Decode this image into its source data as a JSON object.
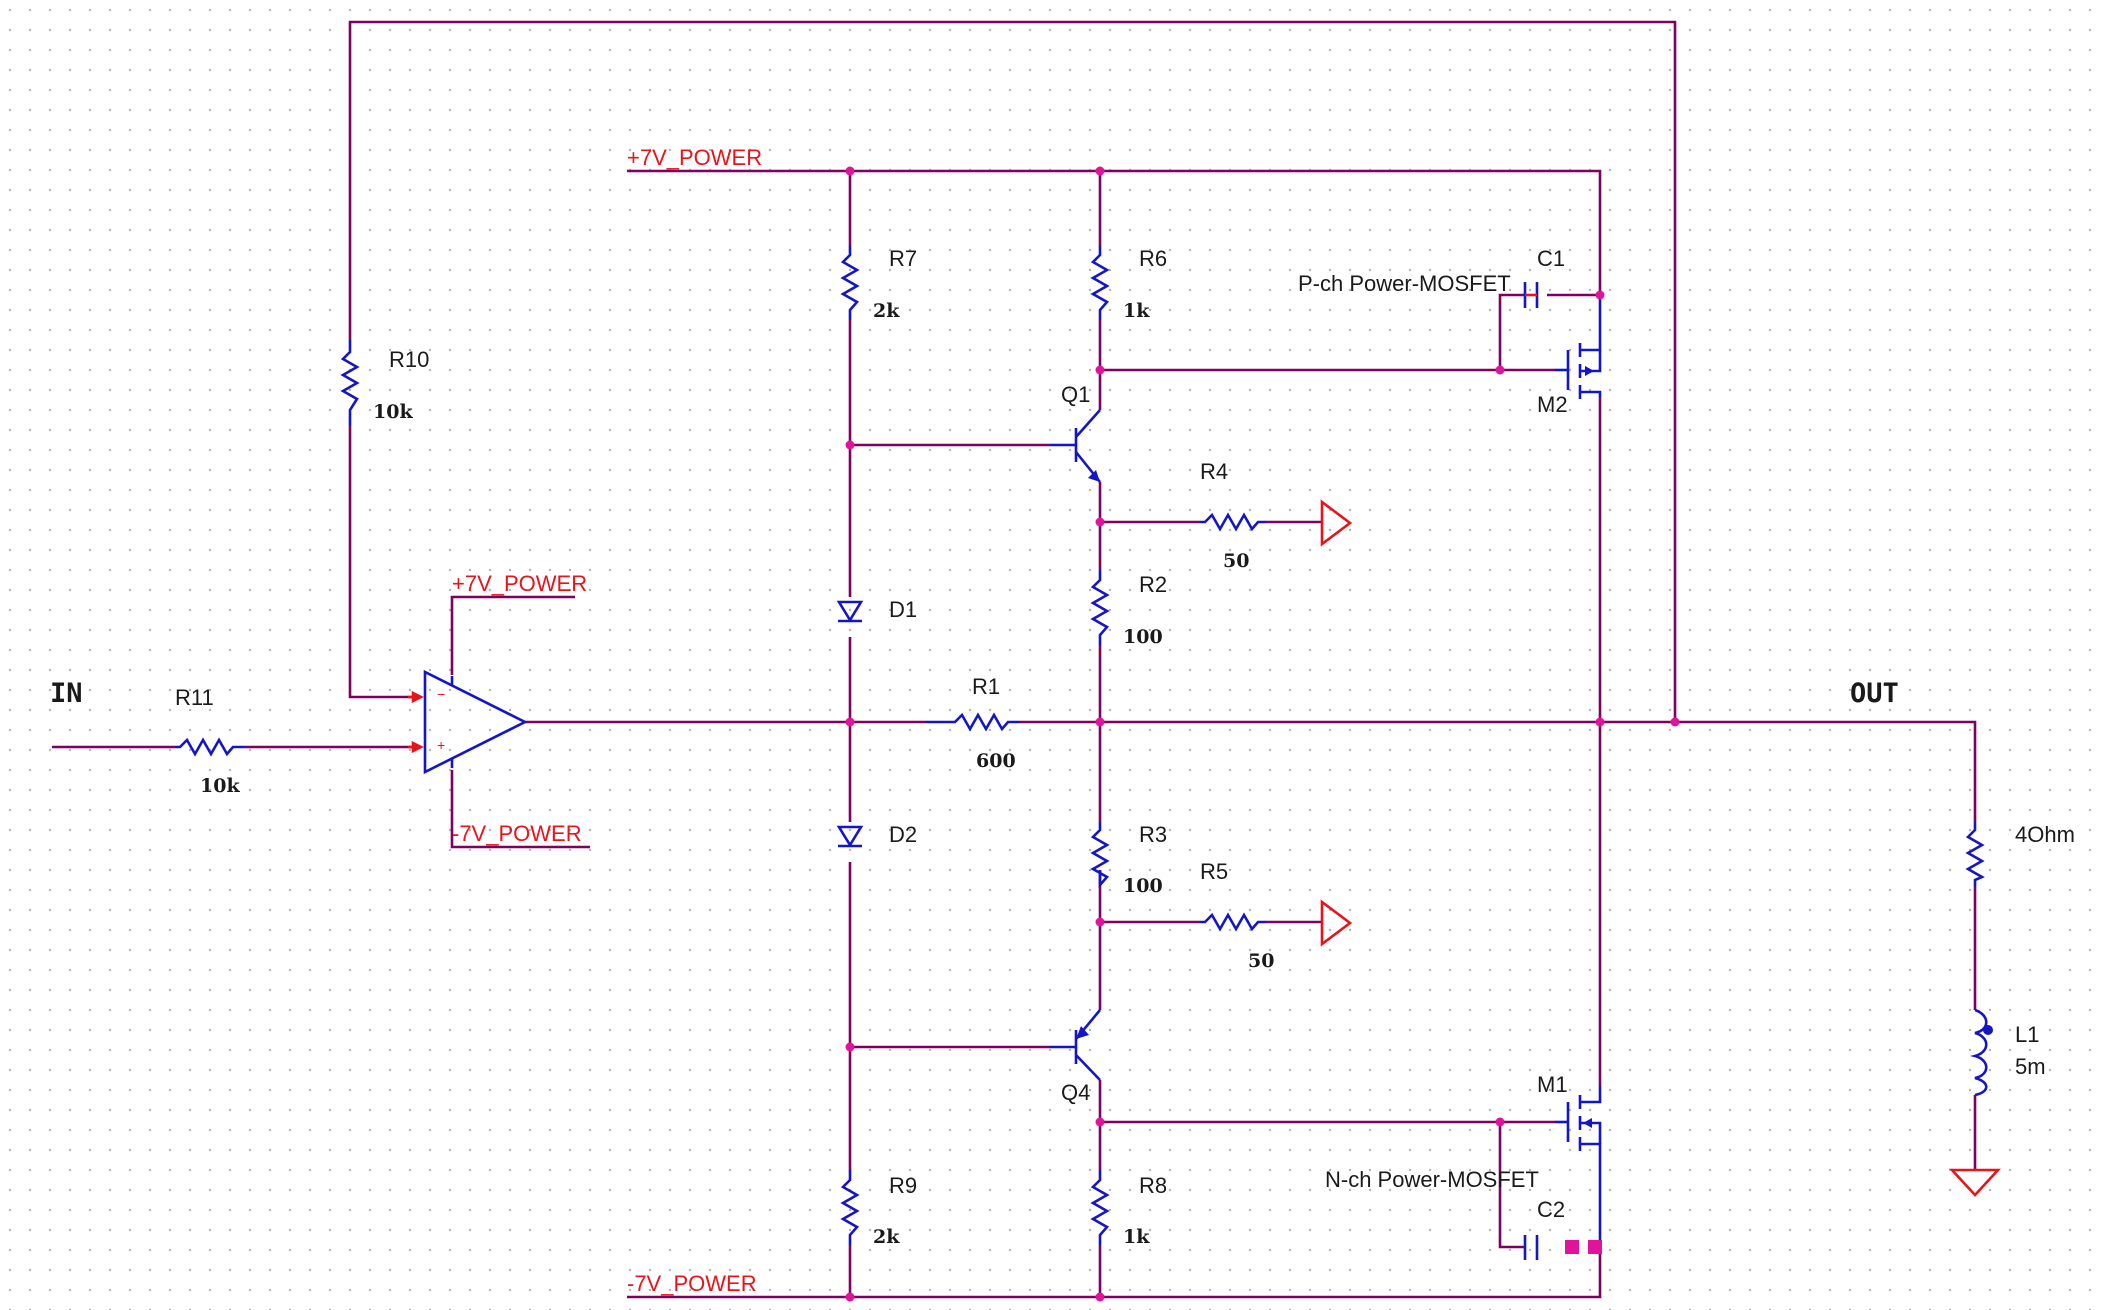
{
  "ports": {
    "in": "IN",
    "out": "OUT"
  },
  "nets": {
    "pos_top": "+7V_POWER",
    "neg_bottom": "-7V_POWER",
    "opamp_pos": "+7V_POWER",
    "opamp_neg": "-7V_POWER"
  },
  "opamp": {
    "minus": "−",
    "plus": "+"
  },
  "components": {
    "r1": {
      "ref": "R1",
      "value": "600"
    },
    "r2": {
      "ref": "R2",
      "value": "100"
    },
    "r3": {
      "ref": "R3",
      "value": "100"
    },
    "r4": {
      "ref": "R4",
      "value": "50"
    },
    "r5": {
      "ref": "R5",
      "value": "50"
    },
    "r6": {
      "ref": "R6",
      "value": "1k"
    },
    "r7": {
      "ref": "R7",
      "value": "2k"
    },
    "r8": {
      "ref": "R8",
      "value": "1k"
    },
    "r9": {
      "ref": "R9",
      "value": "2k"
    },
    "r10": {
      "ref": "R10",
      "value": "10k"
    },
    "r11": {
      "ref": "R11",
      "value": "10k"
    },
    "rload": {
      "value": "4Ohm"
    },
    "l1": {
      "ref": "L1",
      "value": "5m"
    },
    "d1": {
      "ref": "D1"
    },
    "d2": {
      "ref": "D2"
    },
    "q1": {
      "ref": "Q1"
    },
    "q4": {
      "ref": "Q4"
    },
    "m1": {
      "ref": "M1",
      "type": "N-ch Power-MOSFET"
    },
    "m2": {
      "ref": "M2",
      "type": "P-ch Power-MOSFET"
    },
    "c1": {
      "ref": "C1"
    },
    "c2": {
      "ref": "C2"
    }
  },
  "colors": {
    "wire": "#800060",
    "component": "#1515c8",
    "net_label": "#e8141c",
    "junction": "#e0139c",
    "grid_dot": "#b4b4b4"
  }
}
